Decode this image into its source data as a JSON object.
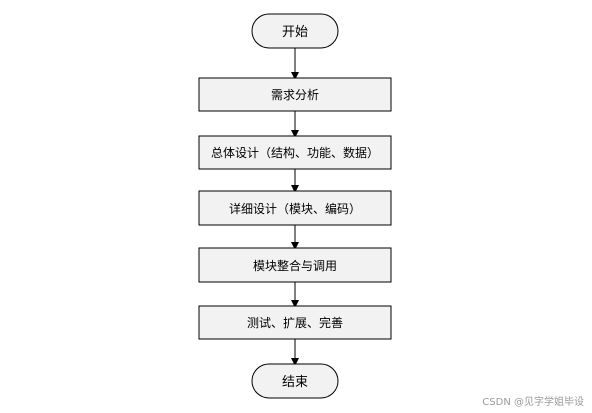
{
  "flowchart": {
    "start": "开始",
    "steps": [
      "需求分析",
      "总体设计（结构、功能、数据）",
      "详细设计（模块、编码）",
      "模块整合与调用",
      "测试、扩展、完善"
    ],
    "end": "结束"
  },
  "watermark": "CSDN @见字学姐毕设",
  "colors": {
    "box_fill": "#f2f2f2",
    "stroke": "#000000",
    "text": "#000000"
  }
}
